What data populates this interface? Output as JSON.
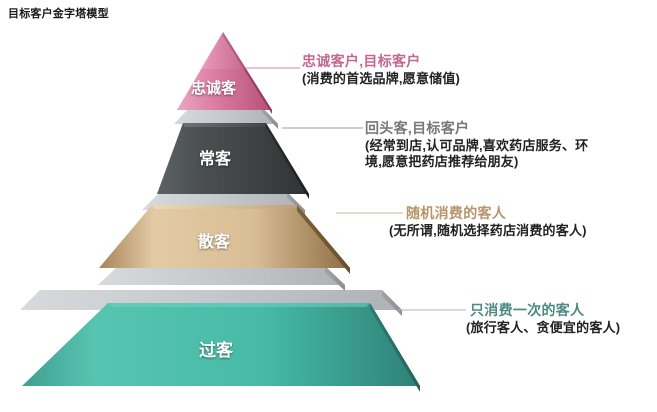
{
  "title": "目标客户金字塔模型",
  "colors": {
    "tier_loyal": "#d9709c",
    "tier_loyal_dark": "#a8486f",
    "tier_regular": "#4a4f50",
    "tier_regular_dark": "#2c2f30",
    "tier_casual": "#e0c49c",
    "tier_casual_dark": "#8a6b44",
    "tier_passing": "#49bda9",
    "tier_passing_dark": "#2f7d70",
    "platform": "#c3c6ca",
    "platform_dark": "#9a9ea3",
    "text_dark": "#222222",
    "background": "#ffffff"
  },
  "pyramid": {
    "tiers": [
      {
        "id": "loyal",
        "label": "忠诚客",
        "accent": "#c46489"
      },
      {
        "id": "regular",
        "label": "常客",
        "accent": "#6f7476"
      },
      {
        "id": "casual",
        "label": "散客",
        "accent": "#b08f63"
      },
      {
        "id": "passing",
        "label": "过客",
        "accent": "#4e8f85"
      }
    ]
  },
  "callouts": [
    {
      "id": "loyal",
      "headline": "忠诚客户,目标客户",
      "headline_color": "#c4678f",
      "detail_lines": [
        "(消费的首选品牌,愿意储值)"
      ],
      "leader_color": "#c98aa6"
    },
    {
      "id": "regular",
      "headline": "回头客,目标客户",
      "headline_color": "#73787a",
      "detail_lines": [
        "(经常到店,认可品牌,喜欢药店服务、环",
        "境,愿意把药店推荐给朋友)"
      ],
      "leader_color": "#9aa0a2"
    },
    {
      "id": "casual",
      "headline": "随机消费的客人",
      "headline_color": "#b79469",
      "detail_lines": [
        "(无所谓,随机选择药店消费的客人)"
      ],
      "leader_color": "#cdb794"
    },
    {
      "id": "passing",
      "headline": "只消费一次的客人",
      "headline_color": "#4b8b83",
      "detail_lines": [
        "(旅行客人、贪便宜的客人)"
      ],
      "leader_color": "#a8b9b6"
    }
  ]
}
